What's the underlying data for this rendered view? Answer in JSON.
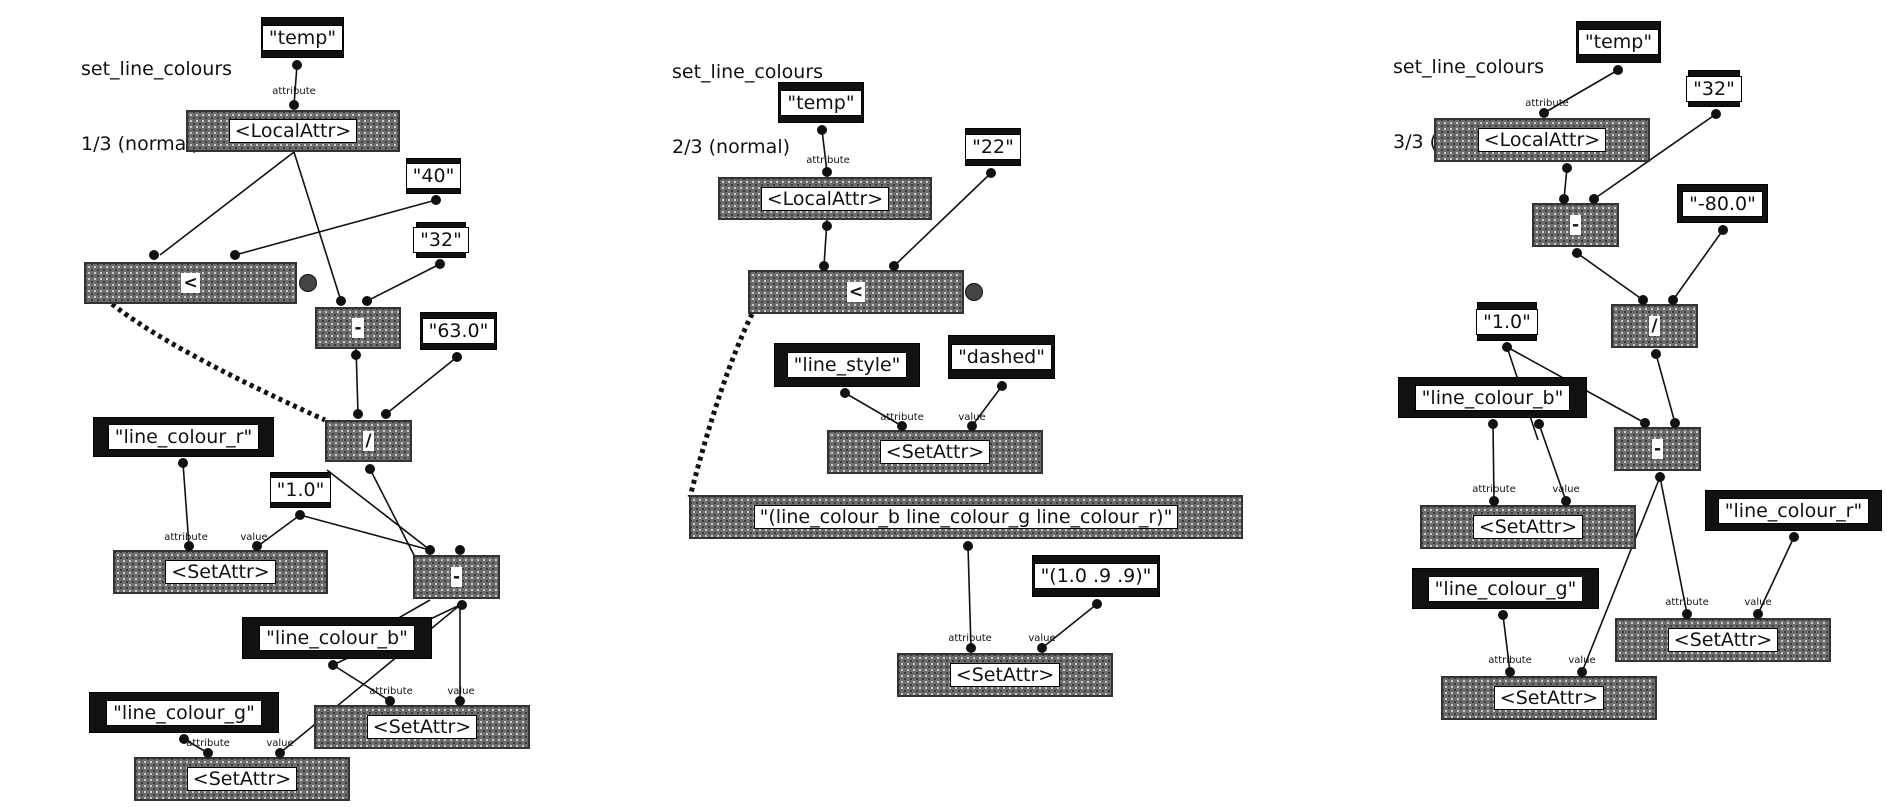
{
  "panels": [
    {
      "title_line1": "set_line_colours",
      "title_line2": "1/3 (normal)"
    },
    {
      "title_line1": "set_line_colours",
      "title_line2": "2/3 (normal)"
    },
    {
      "title_line1": "set_line_colours",
      "title_line2": "3/3 (normal)"
    }
  ],
  "port_labels": {
    "attribute": "attribute",
    "value": "value"
  },
  "nodes": {
    "p1_temp": "\"temp\"",
    "p1_localattr": "<LocalAttr>",
    "p1_c40": "\"40\"",
    "p1_c32": "\"32\"",
    "p1_lt": "<",
    "p1_minus1": "-",
    "p1_c63": "\"63.0\"",
    "p1_div": "/",
    "p1_lcr": "\"line_colour_r\"",
    "p1_c10": "\"1.0\"",
    "p1_set_r": "<SetAttr>",
    "p1_minus2": "-",
    "p1_lcb": "\"line_colour_b\"",
    "p1_set_b": "<SetAttr>",
    "p1_lcg": "\"line_colour_g\"",
    "p1_set_g": "<SetAttr>",
    "p2_temp": "\"temp\"",
    "p2_localattr": "<LocalAttr>",
    "p2_c22": "\"22\"",
    "p2_lt": "<",
    "p2_linestyle": "\"line_style\"",
    "p2_dashed": "\"dashed\"",
    "p2_set_style": "<SetAttr>",
    "p2_list": "\"(line_colour_b line_colour_g line_colour_r)\"",
    "p2_vals": "\"(1.0 .9 .9)\"",
    "p2_set_list": "<SetAttr>",
    "p3_temp": "\"temp\"",
    "p3_localattr": "<LocalAttr>",
    "p3_c32": "\"32\"",
    "p3_minus1": "-",
    "p3_cm80": "\"-80.0\"",
    "p3_div": "/",
    "p3_c10": "\"1.0\"",
    "p3_lcb": "\"line_colour_b\"",
    "p3_minus2": "-",
    "p3_set_b": "<SetAttr>",
    "p3_lcr": "\"line_colour_r\"",
    "p3_lcg": "\"line_colour_g\"",
    "p3_set_r": "<SetAttr>",
    "p3_set_g": "<SetAttr>"
  },
  "colors": {
    "operator_fill": "#6d6d6d",
    "constant_fill": "#111111",
    "wire": "#111111"
  }
}
